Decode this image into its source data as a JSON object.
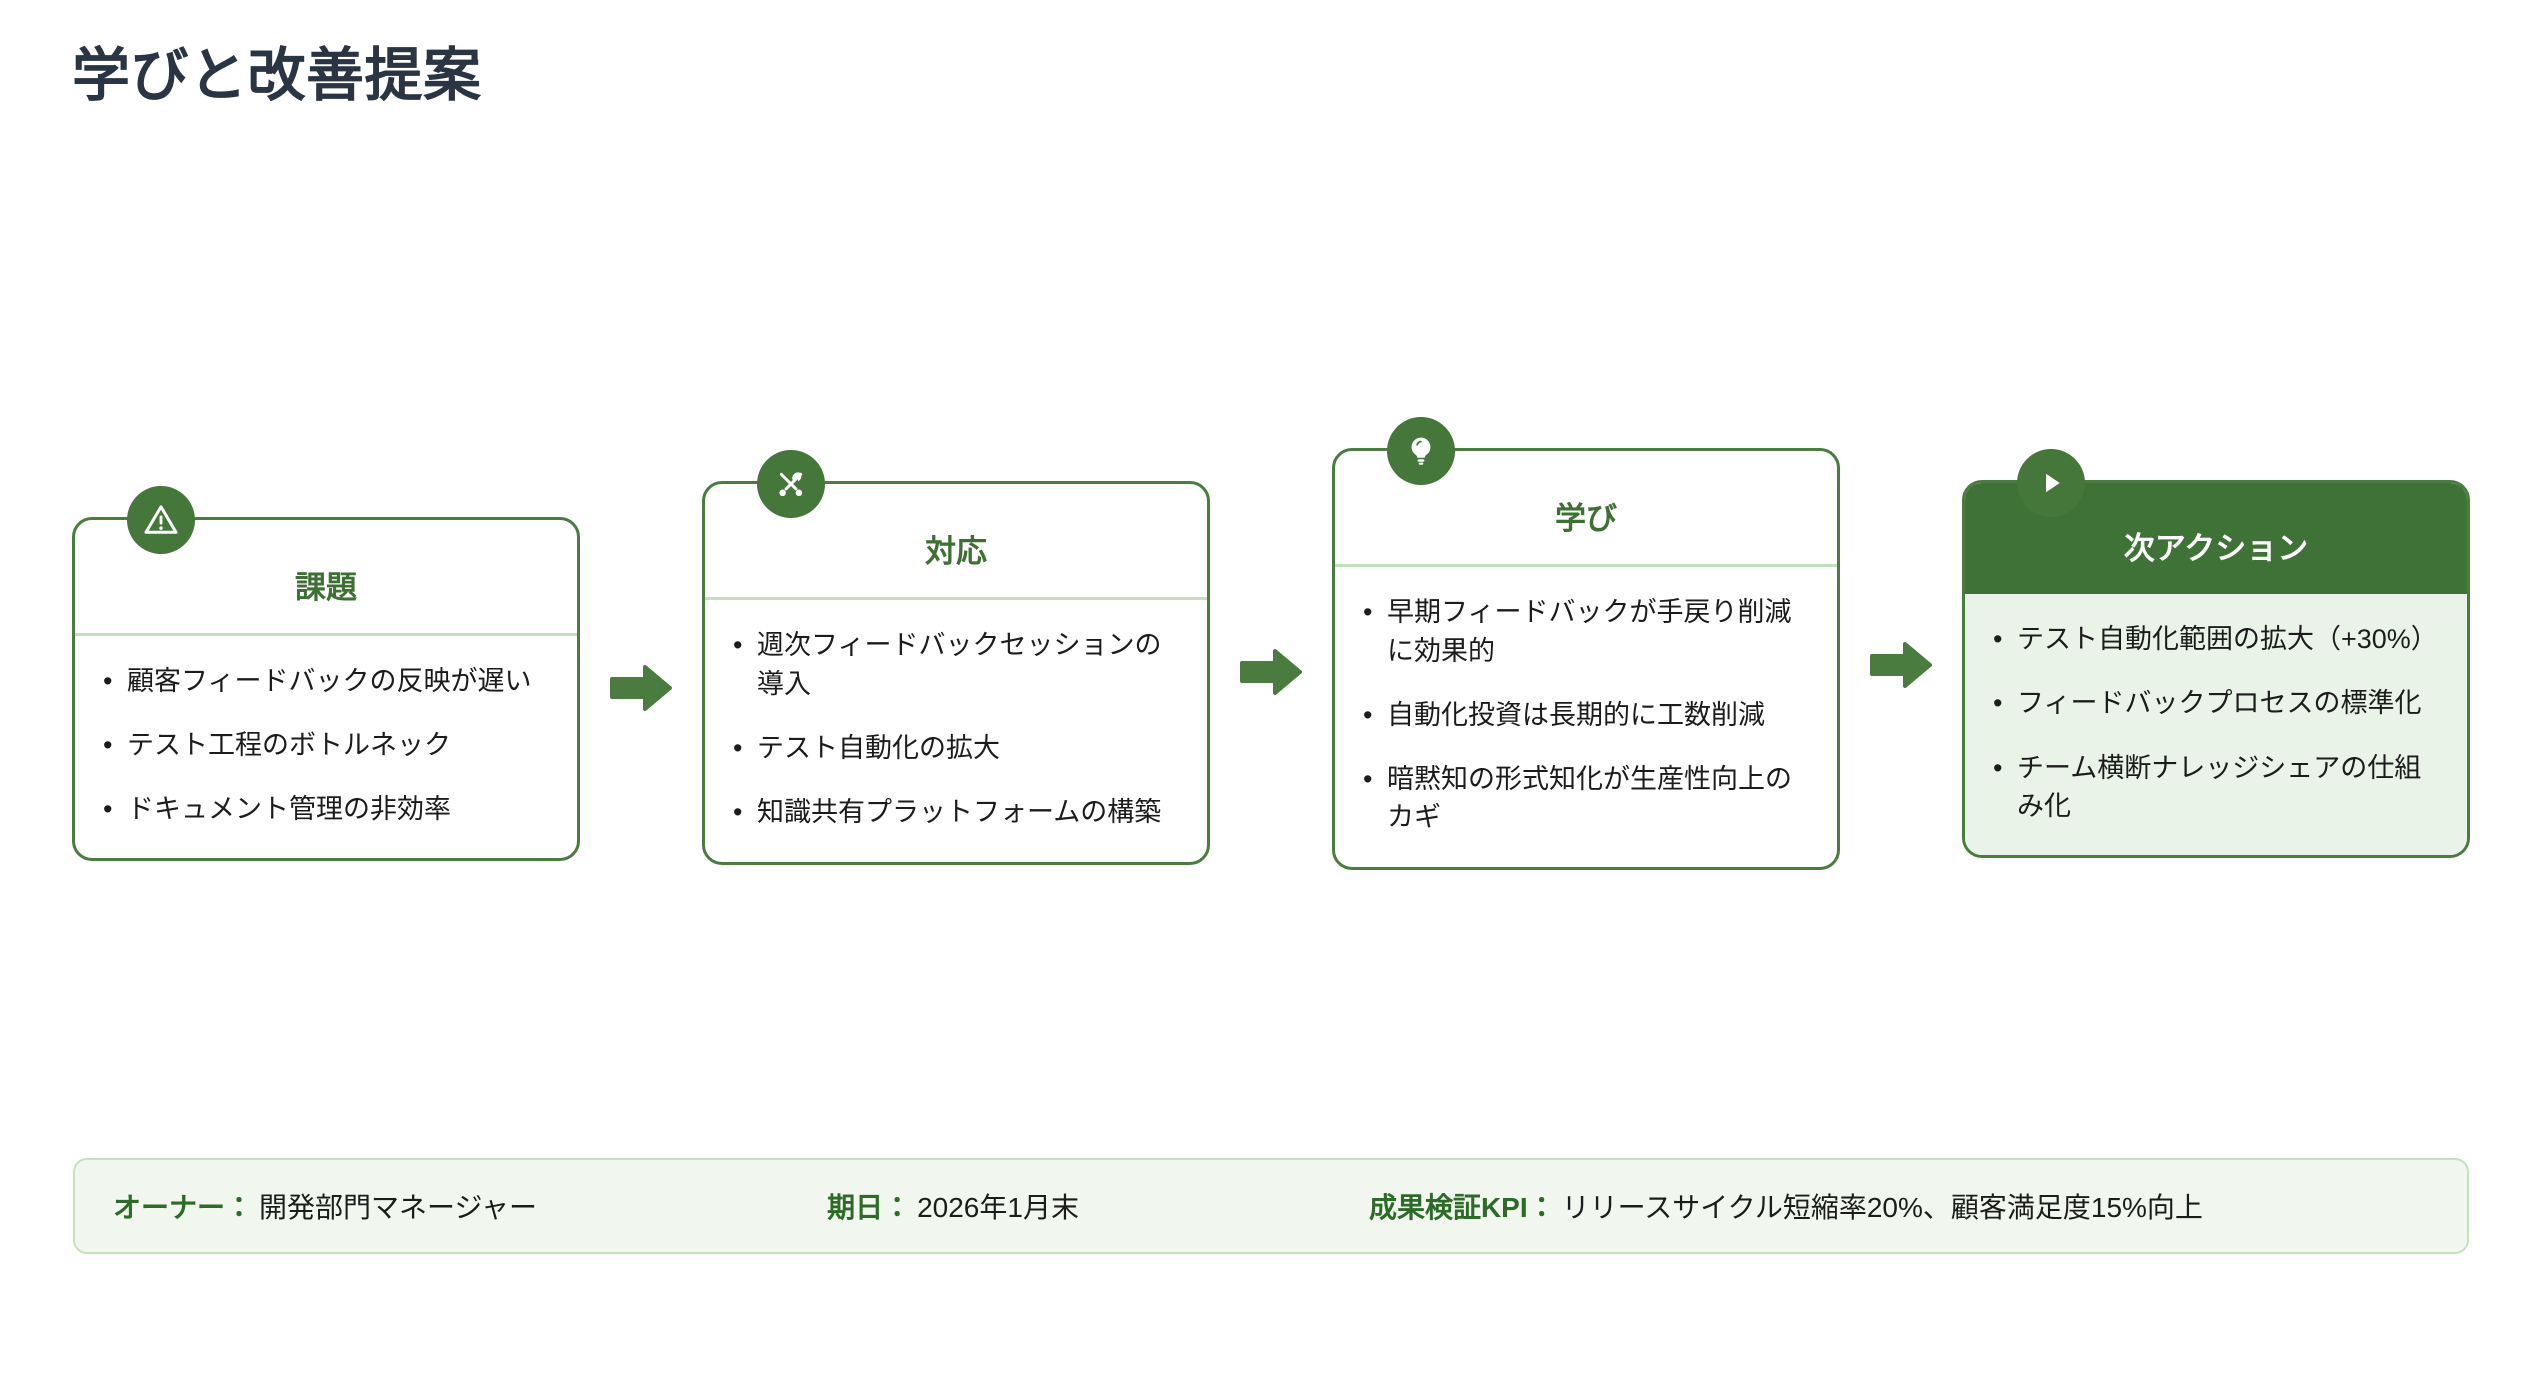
{
  "slide": {
    "title": "学びと改善提案",
    "accent_green": "#4a7c3f",
    "header_green": "#3f7236",
    "title_color": "#2b3442",
    "light_green_bg": "#e9f3e8",
    "divider_green": "#c3dfbc"
  },
  "flow": {
    "cards": [
      {
        "id": "issue",
        "icon": "warning-triangle-icon",
        "title": "課題",
        "bullets": [
          "顧客フィードバックの反映が遅い",
          "テスト工程のボトルネック",
          "ドキュメント管理の非効率"
        ]
      },
      {
        "id": "action",
        "icon": "tools-icon",
        "title": "対応",
        "bullets": [
          "週次フィードバックセッションの導入",
          "テスト自動化の拡大",
          "知識共有プラットフォームの構築"
        ]
      },
      {
        "id": "learning",
        "icon": "lightbulb-icon",
        "title": "学び",
        "bullets": [
          "早期フィードバックが手戻り削減に効果的",
          "自動化投資は長期的に工数削減",
          "暗黙知の形式知化が生産性向上のカギ"
        ]
      },
      {
        "id": "next-action",
        "icon": "play-triangle-icon",
        "title": "次アクション",
        "bullets": [
          "テスト自動化範囲の拡大（+30%）",
          "フィードバックプロセスの標準化",
          "チーム横断ナレッジシェアの仕組み化"
        ]
      }
    ],
    "arrow_icon": "arrow-right-icon"
  },
  "footer": {
    "owner_label": "オーナー：",
    "owner_value": "開発部門マネージャー",
    "due_label": "期日：",
    "due_value": "2026年1月末",
    "kpi_label": "成果検証KPI：",
    "kpi_value": "リリースサイクル短縮率20%、顧客満足度15%向上"
  }
}
